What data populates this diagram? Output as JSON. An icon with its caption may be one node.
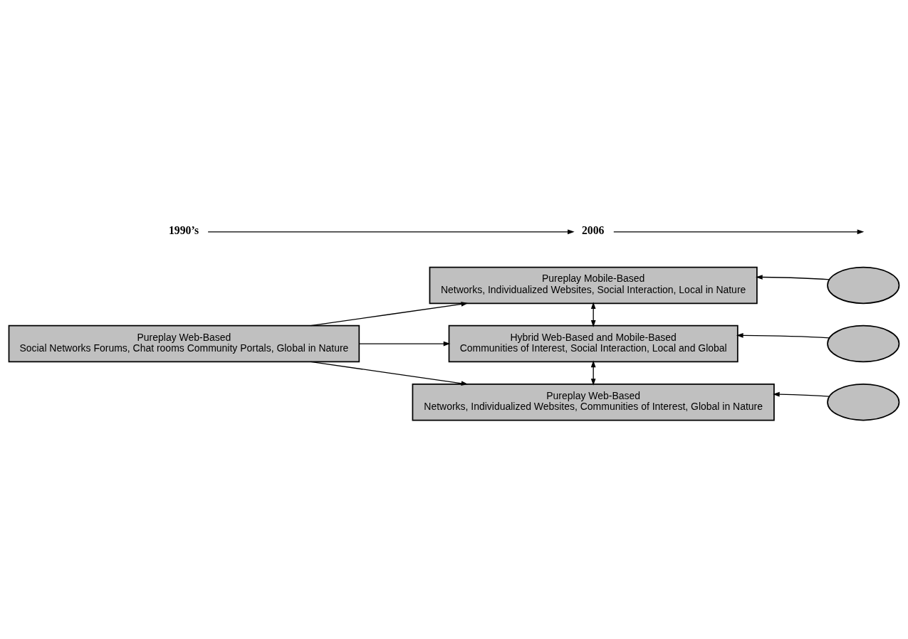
{
  "diagram": {
    "nodes": [
      {
        "text": [
          "Pureplay Web-Based",
          "Social Networks Forums, Chat rooms Community Portals, Global in Nature"
        ]
      },
      {
        "text": [
          "Pureplay Mobile-Based",
          "Networks, Individualized Websites, Social Interaction, Local in Nature"
        ]
      },
      {
        "text": [
          "Hybrid Web-Based and Mobile-Based",
          "Communities of Interest, Social Interaction, Local and Global"
        ]
      },
      {
        "text": [
          "Pureplay Web-Based",
          "Networks, Individualized Websites, Communities of Interest, Global in Nature"
        ]
      },
      {
        "text": [],
        "shape": "ellipse"
      },
      {
        "text": [],
        "shape": "ellipse"
      },
      {
        "text": [],
        "shape": "ellipse"
      },
      {
        "text": [
          "1990’s"
        ]
      },
      {
        "text": [
          "2006"
        ]
      }
    ],
    "edges": [
      {
        "from": 0,
        "to": 1,
        "arrow": "to"
      },
      {
        "from": 0,
        "to": 2,
        "arrow": "to"
      },
      {
        "from": 0,
        "to": 3,
        "arrow": "to"
      },
      {
        "from": 1,
        "to": 2,
        "arrow": "both"
      },
      {
        "from": 2,
        "to": 3,
        "arrow": "both"
      },
      {
        "from": 4,
        "to": 1,
        "arrow": "to"
      },
      {
        "from": 5,
        "to": 2,
        "arrow": "to"
      },
      {
        "from": 6,
        "to": 3,
        "arrow": "to"
      },
      {
        "from": 7,
        "to": 8,
        "arrow": "to"
      },
      {
        "from": 8,
        "to": null,
        "arrow": "to"
      }
    ]
  }
}
